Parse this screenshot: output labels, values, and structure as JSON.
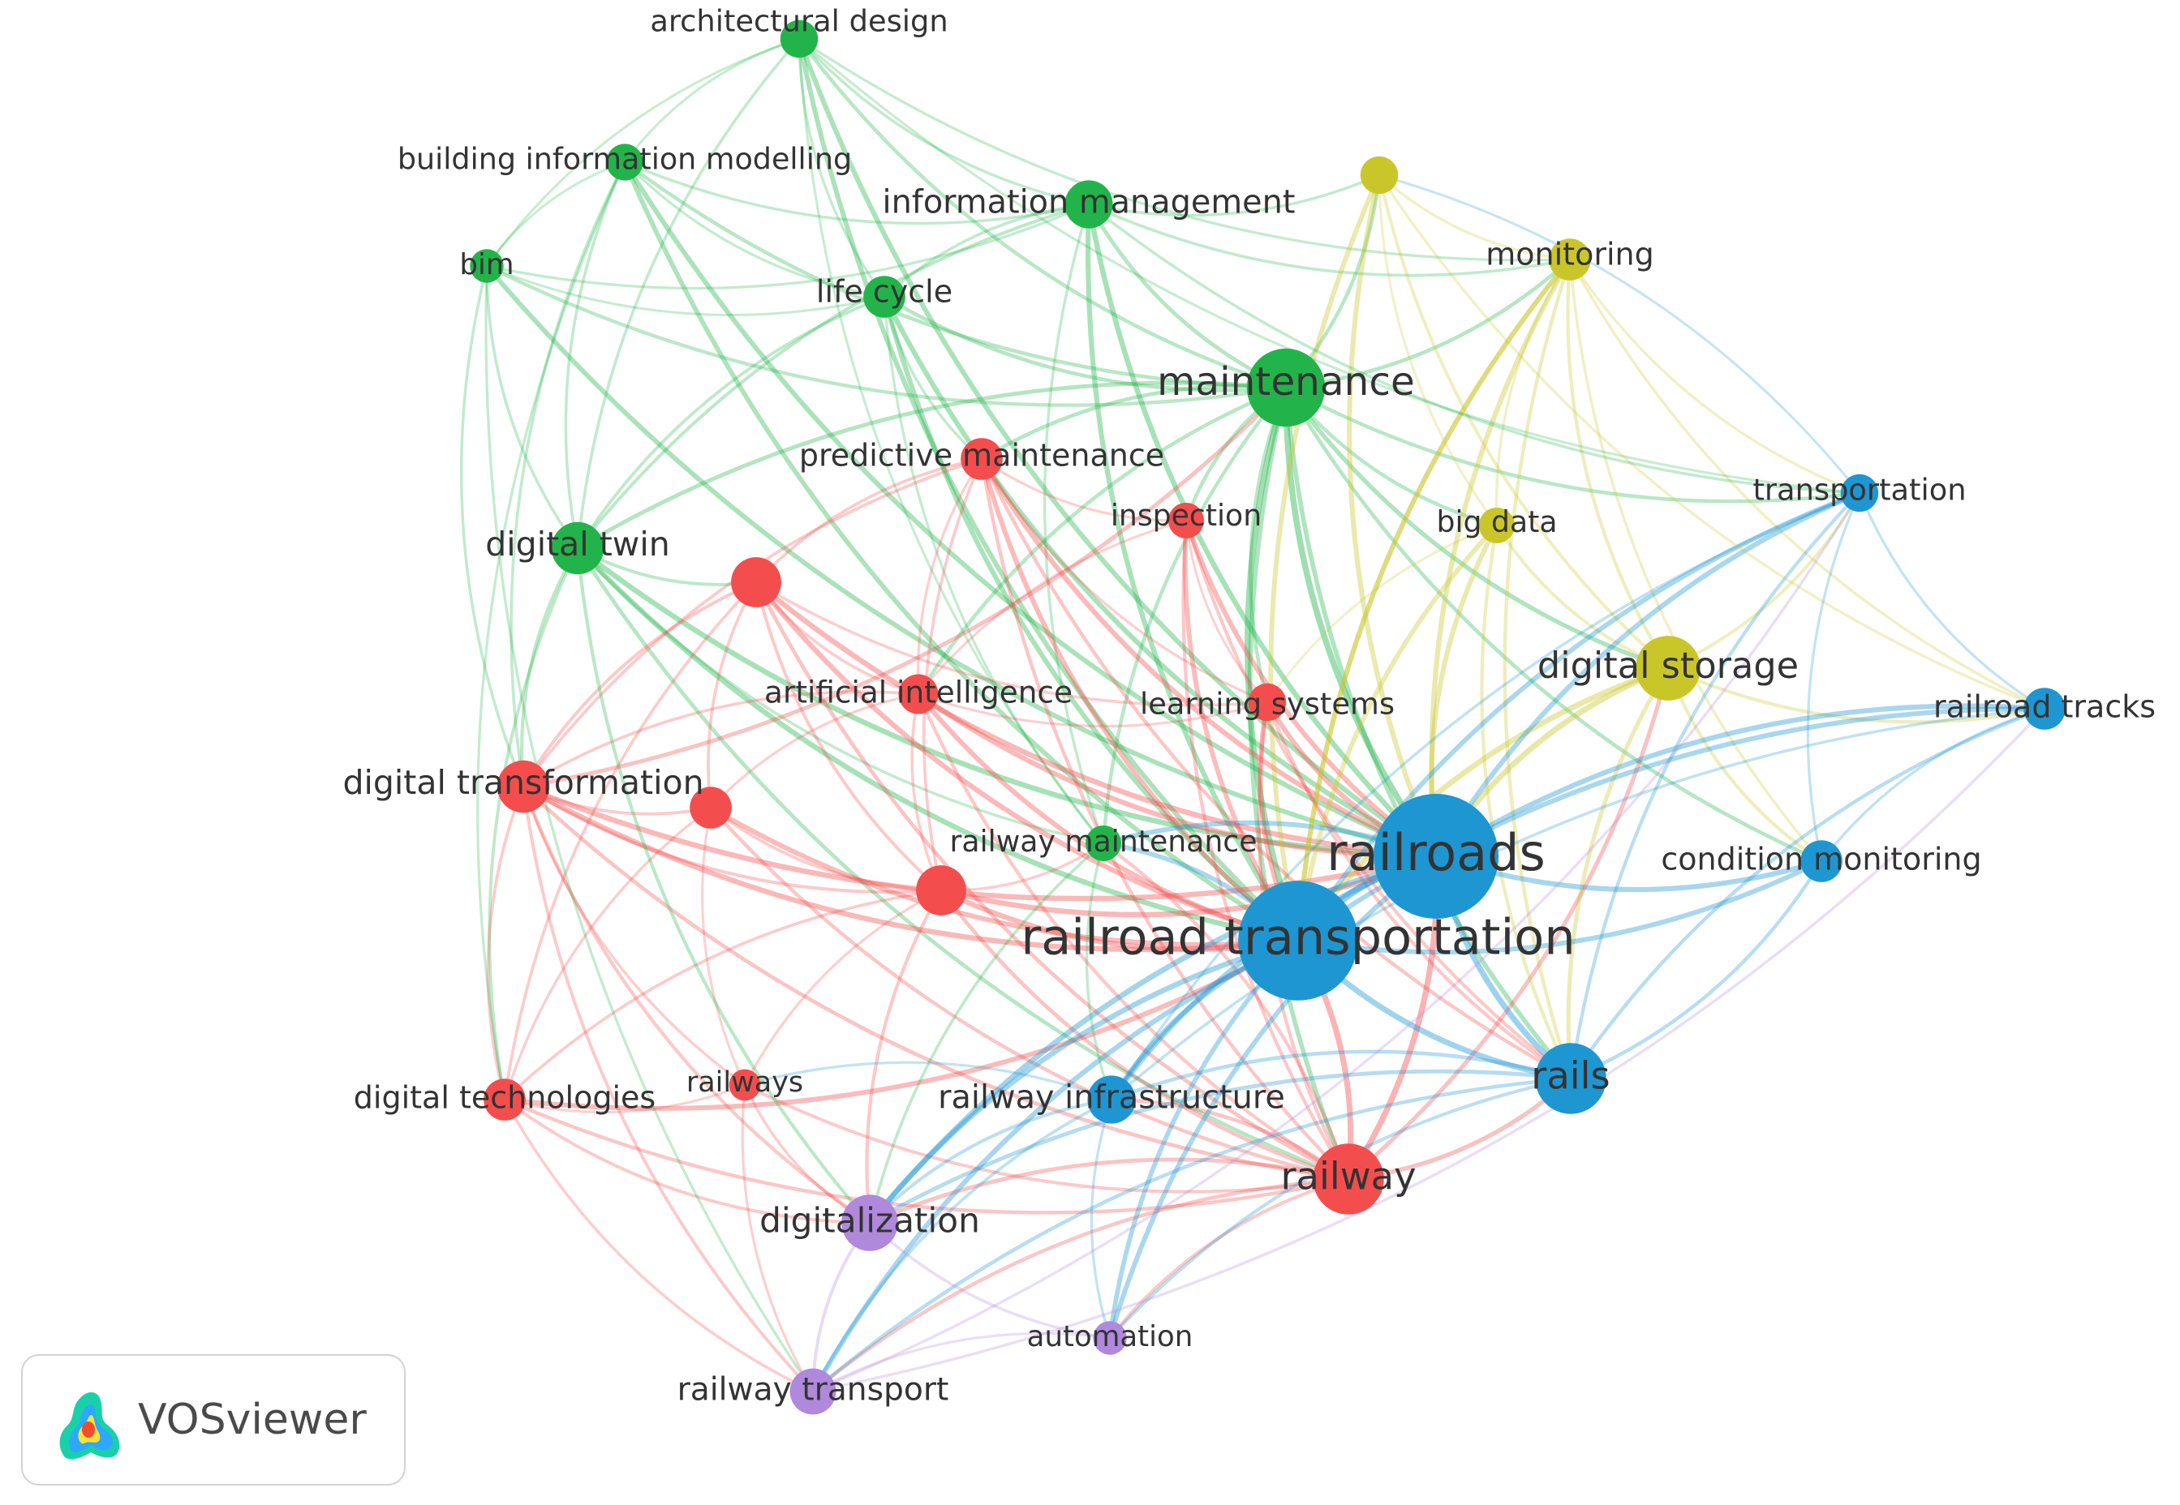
{
  "viewer": {
    "brand": "VOSviewer",
    "logo_icon": "vosviewer-heatmap-logo-icon"
  },
  "clusters": [
    {
      "id": 1,
      "color": "#f44d4d"
    },
    {
      "id": 2,
      "color": "#22b44a"
    },
    {
      "id": 3,
      "color": "#1e96d2"
    },
    {
      "id": 4,
      "color": "#c9c62a"
    },
    {
      "id": 5,
      "color": "#b088dc"
    }
  ],
  "nodes": [
    {
      "id": "architectural-design",
      "label": "architectural design",
      "cluster": 2,
      "weight": 0.16
    },
    {
      "id": "building-information-modelling",
      "label": "building information modelling",
      "cluster": 2,
      "weight": 0.15
    },
    {
      "id": "bim",
      "label": "bim",
      "cluster": 2,
      "weight": 0.12
    },
    {
      "id": "information-management",
      "label": "information management",
      "cluster": 2,
      "weight": 0.26
    },
    {
      "id": "life-cycle",
      "label": "life cycle",
      "cluster": 2,
      "weight": 0.2
    },
    {
      "id": "maintenance",
      "label": "maintenance",
      "cluster": 2,
      "weight": 0.55
    },
    {
      "id": "digital-twin",
      "label": "digital twin",
      "cluster": 2,
      "weight": 0.3
    },
    {
      "id": "railway-maintenance",
      "label": "railway maintenance",
      "cluster": 2,
      "weight": 0.14
    },
    {
      "id": "predictive-maintenance",
      "label": "predictive maintenance",
      "cluster": 1,
      "weight": 0.2
    },
    {
      "id": "inspection",
      "label": "inspection",
      "cluster": 1,
      "weight": 0.14
    },
    {
      "id": "unlabeled-red-1",
      "label": "",
      "cluster": 1,
      "weight": 0.28
    },
    {
      "id": "artificial-intelligence",
      "label": "artificial intelligence",
      "cluster": 1,
      "weight": 0.18
    },
    {
      "id": "learning-systems",
      "label": "learning systems",
      "cluster": 1,
      "weight": 0.16
    },
    {
      "id": "digital-transformation",
      "label": "digital transformation",
      "cluster": 1,
      "weight": 0.3
    },
    {
      "id": "unlabeled-red-2",
      "label": "",
      "cluster": 1,
      "weight": 0.2
    },
    {
      "id": "unlabeled-red-3",
      "label": "",
      "cluster": 1,
      "weight": 0.28
    },
    {
      "id": "digital-technologies",
      "label": "digital technologies",
      "cluster": 1,
      "weight": 0.2
    },
    {
      "id": "railways",
      "label": "railways",
      "cluster": 1,
      "weight": 0.1
    },
    {
      "id": "railway",
      "label": "railway",
      "cluster": 1,
      "weight": 0.48
    },
    {
      "id": "unlabeled-yellow-1",
      "label": "",
      "cluster": 4,
      "weight": 0.16
    },
    {
      "id": "monitoring",
      "label": "monitoring",
      "cluster": 4,
      "weight": 0.2
    },
    {
      "id": "big-data",
      "label": "big data",
      "cluster": 4,
      "weight": 0.14
    },
    {
      "id": "digital-storage",
      "label": "digital storage",
      "cluster": 4,
      "weight": 0.42
    },
    {
      "id": "transportation",
      "label": "transportation",
      "cluster": 3,
      "weight": 0.16
    },
    {
      "id": "railroad-tracks",
      "label": "railroad tracks",
      "cluster": 3,
      "weight": 0.2
    },
    {
      "id": "railroads",
      "label": "railroads",
      "cluster": 3,
      "weight": 1.0
    },
    {
      "id": "condition-monitoring",
      "label": "condition monitoring",
      "cluster": 3,
      "weight": 0.2
    },
    {
      "id": "railroad-transportation",
      "label": "railroad transportation",
      "cluster": 3,
      "weight": 0.95
    },
    {
      "id": "rails",
      "label": "rails",
      "cluster": 3,
      "weight": 0.48
    },
    {
      "id": "railway-infrastructure",
      "label": "railway infrastructure",
      "cluster": 3,
      "weight": 0.26
    },
    {
      "id": "digitalization",
      "label": "digitalization",
      "cluster": 5,
      "weight": 0.34
    },
    {
      "id": "automation",
      "label": "automation",
      "cluster": 5,
      "weight": 0.12
    },
    {
      "id": "railway-transport",
      "label": "railway transport",
      "cluster": 5,
      "weight": 0.24
    }
  ],
  "links": [
    [
      "architectural-design",
      "building-information-modelling"
    ],
    [
      "architectural-design",
      "bim"
    ],
    [
      "architectural-design",
      "information-management"
    ],
    [
      "architectural-design",
      "life-cycle"
    ],
    [
      "architectural-design",
      "maintenance"
    ],
    [
      "architectural-design",
      "digital-twin"
    ],
    [
      "architectural-design",
      "railroads"
    ],
    [
      "architectural-design",
      "railroad-transportation"
    ],
    [
      "architectural-design",
      "monitoring"
    ],
    [
      "architectural-design",
      "railway-maintenance"
    ],
    [
      "building-information-modelling",
      "bim"
    ],
    [
      "building-information-modelling",
      "information-management"
    ],
    [
      "building-information-modelling",
      "life-cycle"
    ],
    [
      "building-information-modelling",
      "maintenance"
    ],
    [
      "building-information-modelling",
      "digital-twin"
    ],
    [
      "building-information-modelling",
      "railroad-transportation"
    ],
    [
      "building-information-modelling",
      "railroads"
    ],
    [
      "building-information-modelling",
      "digital-transformation"
    ],
    [
      "bim",
      "life-cycle"
    ],
    [
      "bim",
      "digital-twin"
    ],
    [
      "bim",
      "maintenance"
    ],
    [
      "bim",
      "railroads"
    ],
    [
      "bim",
      "information-management"
    ],
    [
      "bim",
      "digital-transformation"
    ],
    [
      "information-management",
      "life-cycle"
    ],
    [
      "information-management",
      "maintenance"
    ],
    [
      "information-management",
      "railroads"
    ],
    [
      "information-management",
      "railroad-transportation"
    ],
    [
      "information-management",
      "digital-twin"
    ],
    [
      "information-management",
      "monitoring"
    ],
    [
      "information-management",
      "unlabeled-yellow-1"
    ],
    [
      "information-management",
      "railway-maintenance"
    ],
    [
      "life-cycle",
      "maintenance"
    ],
    [
      "life-cycle",
      "digital-twin"
    ],
    [
      "life-cycle",
      "railroads"
    ],
    [
      "life-cycle",
      "railroad-transportation"
    ],
    [
      "life-cycle",
      "predictive-maintenance"
    ],
    [
      "life-cycle",
      "railway-maintenance"
    ],
    [
      "maintenance",
      "railroads"
    ],
    [
      "maintenance",
      "railroad-transportation"
    ],
    [
      "maintenance",
      "digital-twin"
    ],
    [
      "maintenance",
      "predictive-maintenance"
    ],
    [
      "maintenance",
      "inspection"
    ],
    [
      "maintenance",
      "monitoring"
    ],
    [
      "maintenance",
      "big-data"
    ],
    [
      "maintenance",
      "digital-storage"
    ],
    [
      "maintenance",
      "rails"
    ],
    [
      "maintenance",
      "railway"
    ],
    [
      "maintenance",
      "railway-maintenance"
    ],
    [
      "maintenance",
      "unlabeled-yellow-1"
    ],
    [
      "maintenance",
      "learning-systems"
    ],
    [
      "maintenance",
      "artificial-intelligence"
    ],
    [
      "maintenance",
      "transportation"
    ],
    [
      "maintenance",
      "condition-monitoring"
    ],
    [
      "digital-twin",
      "railroads"
    ],
    [
      "digital-twin",
      "railroad-transportation"
    ],
    [
      "digital-twin",
      "digital-transformation"
    ],
    [
      "digital-twin",
      "unlabeled-red-1"
    ],
    [
      "digital-twin",
      "railway"
    ],
    [
      "digital-twin",
      "railway-maintenance"
    ],
    [
      "digital-twin",
      "digital-technologies"
    ],
    [
      "predictive-maintenance",
      "railroads"
    ],
    [
      "predictive-maintenance",
      "railroad-transportation"
    ],
    [
      "predictive-maintenance",
      "unlabeled-red-1"
    ],
    [
      "predictive-maintenance",
      "artificial-intelligence"
    ],
    [
      "predictive-maintenance",
      "learning-systems"
    ],
    [
      "predictive-maintenance",
      "inspection"
    ],
    [
      "predictive-maintenance",
      "railway"
    ],
    [
      "predictive-maintenance",
      "unlabeled-red-3"
    ],
    [
      "predictive-maintenance",
      "digital-transformation"
    ],
    [
      "inspection",
      "railroads"
    ],
    [
      "inspection",
      "railroad-transportation"
    ],
    [
      "inspection",
      "learning-systems"
    ],
    [
      "inspection",
      "artificial-intelligence"
    ],
    [
      "inspection",
      "railway"
    ],
    [
      "unlabeled-red-1",
      "digital-transformation"
    ],
    [
      "unlabeled-red-1",
      "artificial-intelligence"
    ],
    [
      "unlabeled-red-1",
      "unlabeled-red-2"
    ],
    [
      "unlabeled-red-1",
      "unlabeled-red-3"
    ],
    [
      "unlabeled-red-1",
      "railroads"
    ],
    [
      "unlabeled-red-1",
      "railroad-transportation"
    ],
    [
      "unlabeled-red-1",
      "railway"
    ],
    [
      "unlabeled-red-1",
      "digital-technologies"
    ],
    [
      "unlabeled-red-1",
      "learning-systems"
    ],
    [
      "artificial-intelligence",
      "unlabeled-red-3"
    ],
    [
      "artificial-intelligence",
      "railroads"
    ],
    [
      "artificial-intelligence",
      "railroad-transportation"
    ],
    [
      "artificial-intelligence",
      "railway"
    ],
    [
      "artificial-intelligence",
      "learning-systems"
    ],
    [
      "artificial-intelligence",
      "unlabeled-red-2"
    ],
    [
      "artificial-intelligence",
      "digital-transformation"
    ],
    [
      "learning-systems",
      "railroads"
    ],
    [
      "learning-systems",
      "railroad-transportation"
    ],
    [
      "learning-systems",
      "railway"
    ],
    [
      "learning-systems",
      "rails"
    ],
    [
      "digital-transformation",
      "unlabeled-red-2"
    ],
    [
      "digital-transformation",
      "unlabeled-red-3"
    ],
    [
      "digital-transformation",
      "digital-technologies"
    ],
    [
      "digital-transformation",
      "railway"
    ],
    [
      "digital-transformation",
      "railways"
    ],
    [
      "digital-transformation",
      "digitalization"
    ],
    [
      "digital-transformation",
      "railroad-transportation"
    ],
    [
      "digital-transformation",
      "railway-transport"
    ],
    [
      "digital-transformation",
      "railroads"
    ],
    [
      "unlabeled-red-2",
      "unlabeled-red-3"
    ],
    [
      "unlabeled-red-2",
      "railway"
    ],
    [
      "unlabeled-red-2",
      "digital-technologies"
    ],
    [
      "unlabeled-red-2",
      "railways"
    ],
    [
      "unlabeled-red-2",
      "railroad-transportation"
    ],
    [
      "unlabeled-red-3",
      "railway"
    ],
    [
      "unlabeled-red-3",
      "railroad-transportation"
    ],
    [
      "unlabeled-red-3",
      "railroads"
    ],
    [
      "unlabeled-red-3",
      "railway-maintenance"
    ],
    [
      "unlabeled-red-3",
      "digital-technologies"
    ],
    [
      "unlabeled-red-3",
      "railways"
    ],
    [
      "unlabeled-red-3",
      "digitalization"
    ],
    [
      "digital-technologies",
      "railway"
    ],
    [
      "digital-technologies",
      "digitalization"
    ],
    [
      "digital-technologies",
      "railway-transport"
    ],
    [
      "digital-technologies",
      "railways"
    ],
    [
      "digital-technologies",
      "railroad-transportation"
    ],
    [
      "railways",
      "railway"
    ],
    [
      "railways",
      "digitalization"
    ],
    [
      "railways",
      "railway-transport"
    ],
    [
      "railway",
      "railroads"
    ],
    [
      "railway",
      "railroad-transportation"
    ],
    [
      "railway",
      "rails"
    ],
    [
      "railway",
      "railway-infrastructure"
    ],
    [
      "railway",
      "digitalization"
    ],
    [
      "railway",
      "railway-transport"
    ],
    [
      "railway",
      "automation"
    ],
    [
      "railway",
      "digital-storage"
    ],
    [
      "railway",
      "railway-maintenance"
    ],
    [
      "unlabeled-yellow-1",
      "monitoring"
    ],
    [
      "unlabeled-yellow-1",
      "big-data"
    ],
    [
      "unlabeled-yellow-1",
      "digital-storage"
    ],
    [
      "unlabeled-yellow-1",
      "railroads"
    ],
    [
      "unlabeled-yellow-1",
      "railroad-transportation"
    ],
    [
      "monitoring",
      "big-data"
    ],
    [
      "monitoring",
      "digital-storage"
    ],
    [
      "monitoring",
      "railroads"
    ],
    [
      "monitoring",
      "railroad-transportation"
    ],
    [
      "monitoring",
      "rails"
    ],
    [
      "monitoring",
      "transportation"
    ],
    [
      "monitoring",
      "condition-monitoring"
    ],
    [
      "monitoring",
      "railroad-tracks"
    ],
    [
      "big-data",
      "digital-storage"
    ],
    [
      "big-data",
      "railroads"
    ],
    [
      "big-data",
      "railroad-transportation"
    ],
    [
      "big-data",
      "rails"
    ],
    [
      "big-data",
      "learning-systems"
    ],
    [
      "digital-storage",
      "railroads"
    ],
    [
      "digital-storage",
      "railroad-transportation"
    ],
    [
      "digital-storage",
      "rails"
    ],
    [
      "digital-storage",
      "railroad-tracks"
    ],
    [
      "digital-storage",
      "transportation"
    ],
    [
      "digital-storage",
      "condition-monitoring"
    ],
    [
      "transportation",
      "railroads"
    ],
    [
      "transportation",
      "railroad-transportation"
    ],
    [
      "transportation",
      "rails"
    ],
    [
      "transportation",
      "railroad-tracks"
    ],
    [
      "transportation",
      "condition-monitoring"
    ],
    [
      "transportation",
      "railway-infrastructure"
    ],
    [
      "transportation",
      "unlabeled-yellow-1"
    ],
    [
      "railroad-tracks",
      "railroads"
    ],
    [
      "railroad-tracks",
      "railroad-transportation"
    ],
    [
      "railroad-tracks",
      "rails"
    ],
    [
      "railroad-tracks",
      "condition-monitoring"
    ],
    [
      "railroad-tracks",
      "railway-infrastructure"
    ],
    [
      "railroads",
      "railroad-transportation"
    ],
    [
      "railroads",
      "rails"
    ],
    [
      "railroads",
      "condition-monitoring"
    ],
    [
      "railroads",
      "railway-infrastructure"
    ],
    [
      "railroads",
      "railway-maintenance"
    ],
    [
      "railroads",
      "digitalization"
    ],
    [
      "railroads",
      "automation"
    ],
    [
      "railroad-transportation",
      "rails"
    ],
    [
      "railroad-transportation",
      "condition-monitoring"
    ],
    [
      "railroad-transportation",
      "railway-infrastructure"
    ],
    [
      "railroad-transportation",
      "railway-maintenance"
    ],
    [
      "railroad-transportation",
      "digitalization"
    ],
    [
      "railroad-transportation",
      "automation"
    ],
    [
      "railroad-transportation",
      "railway-transport"
    ],
    [
      "rails",
      "condition-monitoring"
    ],
    [
      "rails",
      "railway-infrastructure"
    ],
    [
      "rails",
      "digitalization"
    ],
    [
      "rails",
      "automation"
    ],
    [
      "rails",
      "railway-transport"
    ],
    [
      "railway-infrastructure",
      "digitalization"
    ],
    [
      "railway-infrastructure",
      "railway-transport"
    ],
    [
      "railway-infrastructure",
      "automation"
    ],
    [
      "railway-infrastructure",
      "railways"
    ],
    [
      "railway-maintenance",
      "railway-infrastructure"
    ],
    [
      "railway-maintenance",
      "digitalization"
    ],
    [
      "digitalization",
      "railway-transport"
    ],
    [
      "digitalization",
      "automation"
    ],
    [
      "automation",
      "railway-transport"
    ],
    [
      "railway-transport",
      "railroad-tracks"
    ],
    [
      "railway-transport",
      "transportation"
    ],
    [
      "digital-transformation",
      "maintenance"
    ],
    [
      "bim",
      "railway-transport"
    ],
    [
      "architectural-design",
      "transportation"
    ],
    [
      "building-information-modelling",
      "digital-technologies"
    ],
    [
      "digital-twin",
      "digitalization"
    ],
    [
      "monitoring",
      "railroad-transportation"
    ],
    [
      "unlabeled-yellow-1",
      "railroad-tracks"
    ],
    [
      "information-management",
      "transportation"
    ],
    [
      "predictive-maintenance",
      "rails"
    ],
    [
      "inspection",
      "rails"
    ]
  ]
}
